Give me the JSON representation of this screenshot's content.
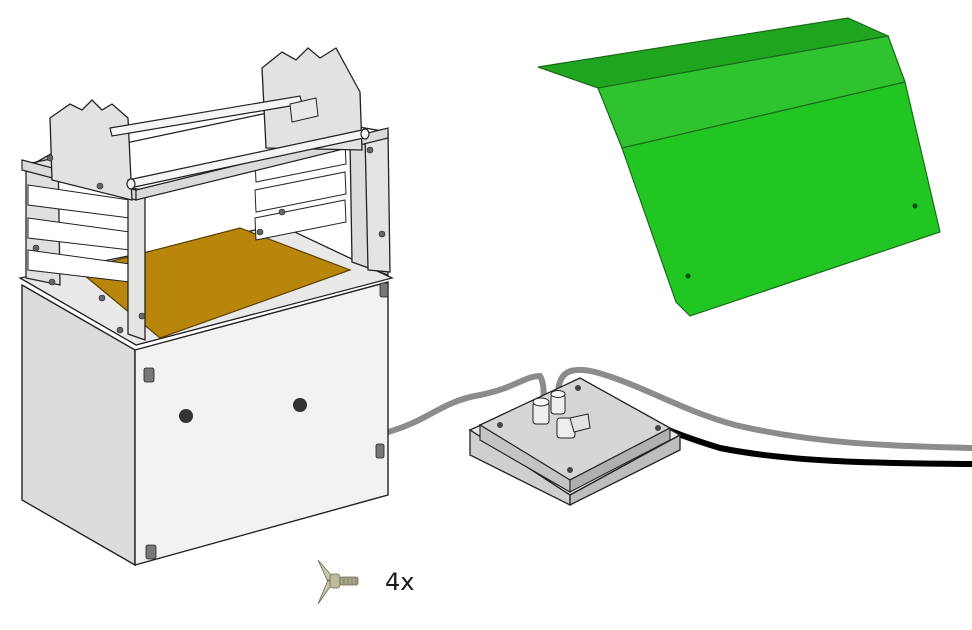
{
  "parts": {
    "housing": {
      "name": "enclosure-with-frame",
      "base_color": "#ececec",
      "plate_color": "#b8860b"
    },
    "cover": {
      "name": "green-cover",
      "color": "#22c022"
    },
    "junction_box": {
      "name": "junction-box",
      "color": "#dcdcdc"
    },
    "cables": {
      "grey_color": "#8c8c8c",
      "black_color": "#000000"
    }
  },
  "hardware": {
    "icon": "wing-screw-icon",
    "quantity_label": "4x"
  }
}
